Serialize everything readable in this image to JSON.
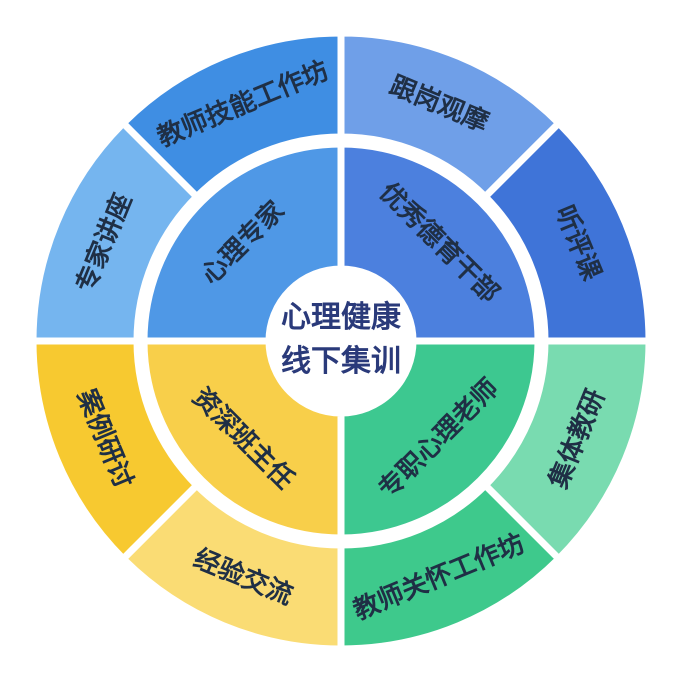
{
  "center": {
    "line1": "心理健康",
    "line2": "线下集训"
  },
  "inner_ring": [
    {
      "label": "心理专家",
      "color": "#4f98e6"
    },
    {
      "label": "优秀德育干部",
      "color": "#4c80de"
    },
    {
      "label": "专职心理老师",
      "color": "#3dc890"
    },
    {
      "label": "资深班主任",
      "color": "#f8cf4a"
    }
  ],
  "outer_ring": [
    {
      "label": "教师技能工作坊",
      "color": "#3f8ee3"
    },
    {
      "label": "跟岗观摩",
      "color": "#6f9fe8"
    },
    {
      "label": "听评课",
      "color": "#3f74d8"
    },
    {
      "label": "集体教研",
      "color": "#79dbb0"
    },
    {
      "label": "教师关怀工作坊",
      "color": "#3ec98c"
    },
    {
      "label": "经验交流",
      "color": "#fadc74"
    },
    {
      "label": "案例研讨",
      "color": "#f7c930"
    },
    {
      "label": "专家讲座",
      "color": "#75b5ef"
    }
  ]
}
